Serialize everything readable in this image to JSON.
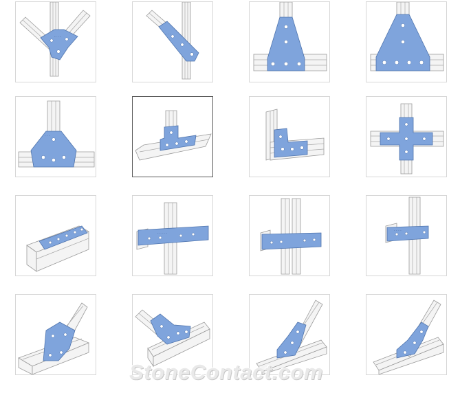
{
  "watermark": {
    "text": "StoneContact.com"
  },
  "colors": {
    "plate": "#7fa4dc",
    "plate_edge": "#4f74ad",
    "channel": "#f4f4f4",
    "channel_edge": "#9a9a9a"
  },
  "grid": {
    "rows": 4,
    "cols": 4,
    "items": 16
  }
}
